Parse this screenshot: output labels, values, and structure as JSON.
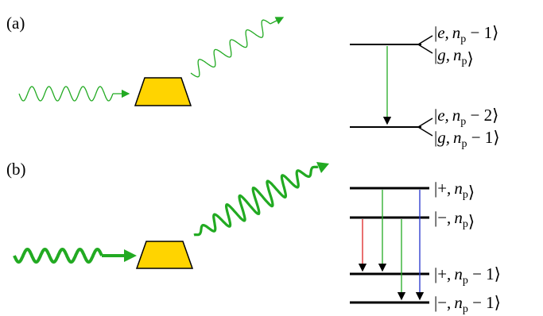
{
  "panels": [
    {
      "label": "(a)",
      "levels": [
        {
          "kets": [
            {
              "a": "e,",
              "b": "n",
              "sub": "p",
              "tail": " − 1"
            },
            {
              "a": "g,",
              "b": "n",
              "sub": "p",
              "tail": ""
            }
          ]
        },
        {
          "kets": [
            {
              "a": "e,",
              "b": "n",
              "sub": "p",
              "tail": " − 2"
            },
            {
              "a": "g,",
              "b": "n",
              "sub": "p",
              "tail": " − 1"
            }
          ]
        }
      ]
    },
    {
      "label": "(b)",
      "levels": [
        {
          "kets": [
            {
              "a": "+,",
              "b": "n",
              "sub": "p",
              "tail": ""
            }
          ]
        },
        {
          "kets": [
            {
              "a": "−,",
              "b": "n",
              "sub": "p",
              "tail": ""
            }
          ]
        },
        {
          "kets": [
            {
              "a": "+,",
              "b": "n",
              "sub": "p",
              "tail": " − 1"
            }
          ]
        },
        {
          "kets": [
            {
              "a": "−,",
              "b": "n",
              "sub": "p",
              "tail": " − 1"
            }
          ]
        }
      ]
    }
  ],
  "colors": {
    "photon": "#22aa22",
    "emitter": "#ffd400",
    "emitter_outline": "#000000",
    "transition_red": "#dd2222",
    "transition_green": "#22aa22",
    "transition_blue": "#2233cc"
  }
}
